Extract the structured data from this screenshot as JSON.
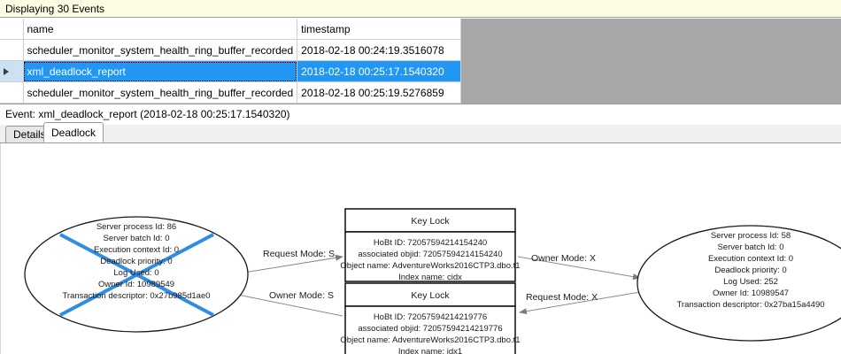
{
  "banner": {
    "text": "Displaying 30 Events"
  },
  "grid": {
    "columns": [
      "",
      "name",
      "timestamp"
    ],
    "rows": [
      {
        "indicator": "",
        "name": "scheduler_monitor_system_health_ring_buffer_recorded",
        "timestamp": "2018-02-18 00:24:19.3516078",
        "selected": false
      },
      {
        "indicator": "row-selector-arrow",
        "name": "xml_deadlock_report",
        "timestamp": "2018-02-18 00:25:17.1540320",
        "selected": true
      },
      {
        "indicator": "",
        "name": "scheduler_monitor_system_health_ring_buffer_recorded",
        "timestamp": "2018-02-18 00:25:19.5276859",
        "selected": false
      }
    ]
  },
  "event_caption": {
    "text": "Event: xml_deadlock_report (2018-02-18 00:25:17.1540320)"
  },
  "tabs": [
    {
      "label": "Details",
      "active": false
    },
    {
      "label": "Deadlock",
      "active": true
    }
  ],
  "deadlock_graph": {
    "victim_marker_color": "#2f8de4",
    "node_stroke": "#1a1a1a",
    "edge_stroke": "#7a7a7a",
    "processes": [
      {
        "id": "left-process-node",
        "is_victim": true,
        "lines": [
          "Server process Id: 86",
          "Server batch Id: 0",
          "Execution context Id: 0",
          "Deadlock priority: 0",
          "Log Used: 0",
          "Owner Id: 10989549",
          "Transaction descriptor: 0x27b985d1ae0"
        ]
      },
      {
        "id": "right-process-node",
        "is_victim": false,
        "lines": [
          "Server process Id: 58",
          "Server batch Id: 0",
          "Execution context Id: 0",
          "Deadlock priority: 0",
          "Log Used: 252",
          "Owner Id: 10989547",
          "Transaction descriptor: 0x27ba15a4490"
        ]
      }
    ],
    "resources": [
      {
        "id": "top-key-lock-node",
        "title": "Key Lock",
        "lines": [
          "HoBt ID: 72057594214154240",
          "associated objid: 72057594214154240",
          "Object name: AdventureWorks2016CTP3.dbo.t1",
          "Index name: cidx"
        ]
      },
      {
        "id": "bottom-key-lock-node",
        "title": "Key Lock",
        "lines": [
          "HoBt ID: 72057594214219776",
          "associated objid: 72057594214219776",
          "Object name: AdventureWorks2016CTP3.dbo.t1",
          "Index name: idx1"
        ]
      }
    ],
    "edges": [
      {
        "id": "edge-left-request",
        "label": "Request Mode: S"
      },
      {
        "id": "edge-left-owner",
        "label": "Owner Mode: S"
      },
      {
        "id": "edge-right-owner",
        "label": "Owner Mode: X"
      },
      {
        "id": "edge-right-request",
        "label": "Request Mode: X"
      }
    ]
  }
}
